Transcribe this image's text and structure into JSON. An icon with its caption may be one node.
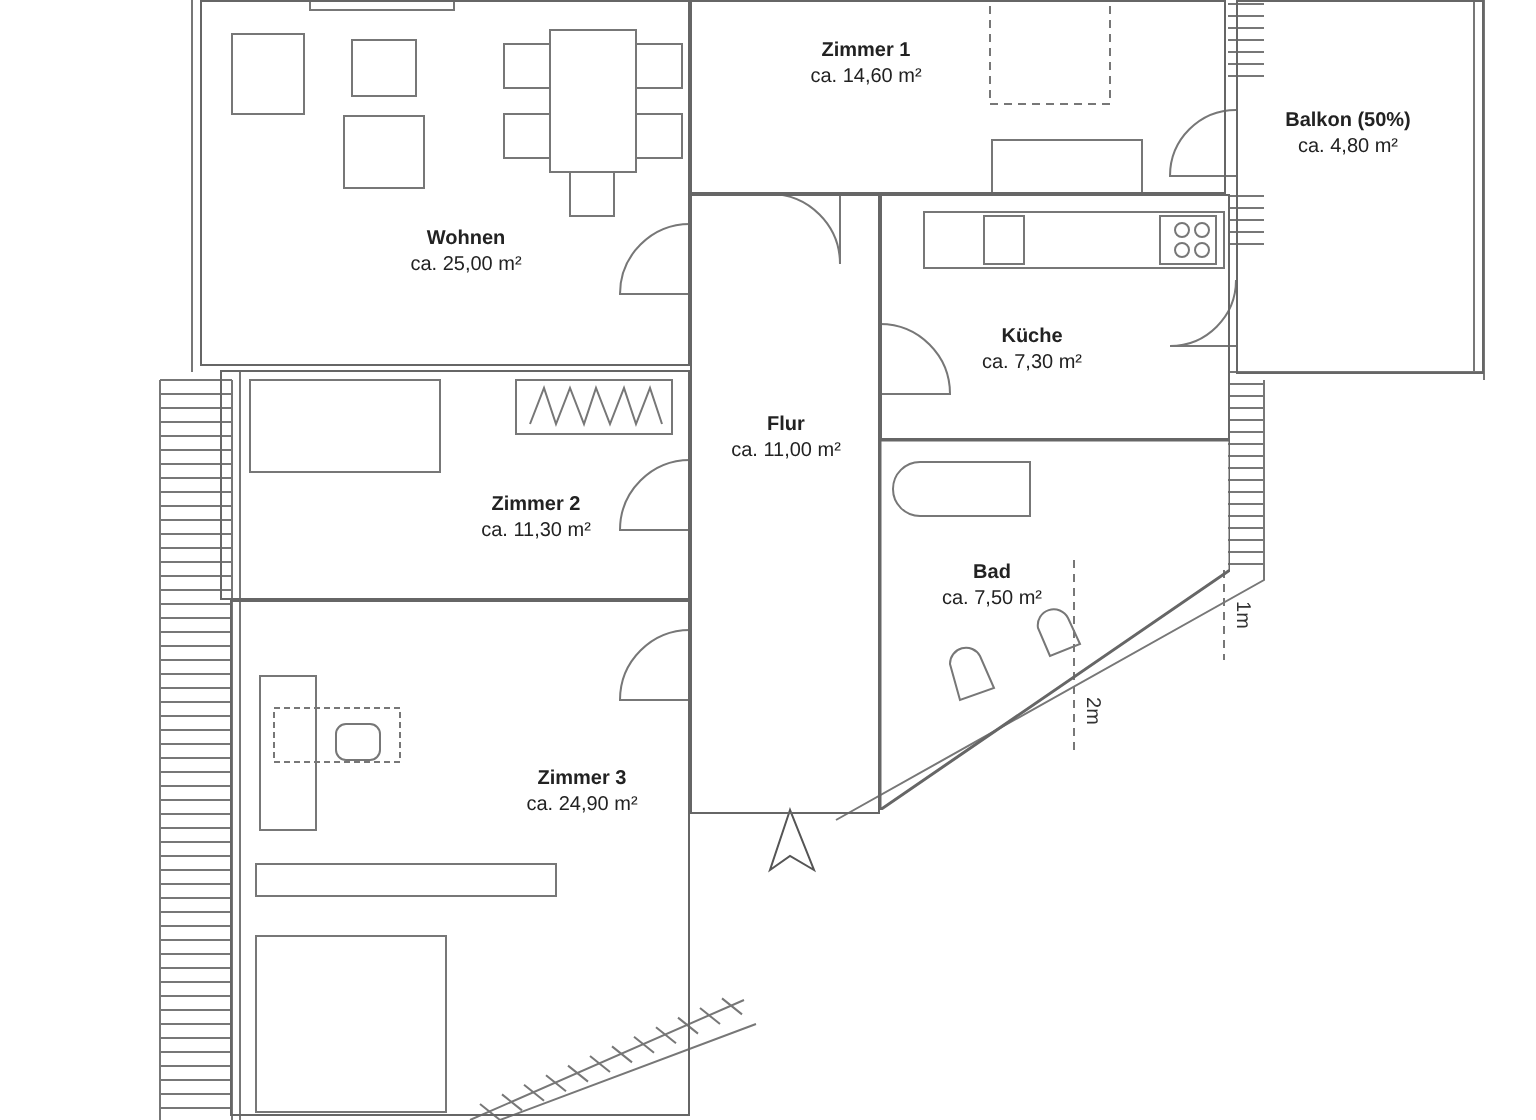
{
  "diagram": {
    "nodes": [
      {
        "text": [
          "Zimmer 1",
          "ca. 14,60 m²"
        ]
      },
      {
        "text": [
          "Balkon (50%)",
          "ca. 4,80 m²"
        ]
      },
      {
        "text": [
          "Wohnen",
          "ca. 25,00 m²"
        ]
      },
      {
        "text": [
          "Küche",
          "ca. 7,30 m²"
        ]
      },
      {
        "text": [
          "Flur",
          "ca. 11,00 m²"
        ]
      },
      {
        "text": [
          "Zimmer 2",
          "ca. 11,30 m²"
        ]
      },
      {
        "text": [
          "Bad",
          "ca. 7,50 m²"
        ]
      },
      {
        "text": [
          "Zimmer 3",
          "ca. 24,90 m²"
        ]
      }
    ],
    "labels": [
      "1m",
      "2m"
    ]
  }
}
